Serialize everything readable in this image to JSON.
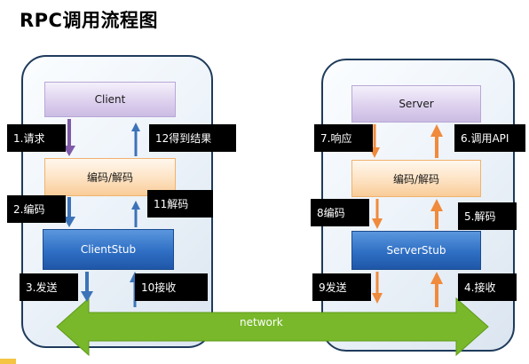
{
  "title": "RPC调用流程图",
  "client": {
    "top": "Client",
    "codec": "编码/解码",
    "stub": "ClientStub"
  },
  "server": {
    "top": "Server",
    "codec": "编码/解码",
    "stub": "ServerStub"
  },
  "network": "network",
  "steps": {
    "s1": "1.请求",
    "s2": "2.编码",
    "s3": "3.发送",
    "s4": "4.接收",
    "s5": "5.解码",
    "s6": "6.调用API",
    "s7": "7.响应",
    "s8": "8编码",
    "s9": "9发送",
    "s10": "10接收",
    "s11": "11解码",
    "s12": "12得到结果"
  },
  "colors": {
    "request_arrow": "#7f5aa8",
    "client_arrow": "#3c73b8",
    "server_arrow": "#f08a3c",
    "network_green": "#78b82a",
    "panel_border": "#1f3b5c"
  }
}
